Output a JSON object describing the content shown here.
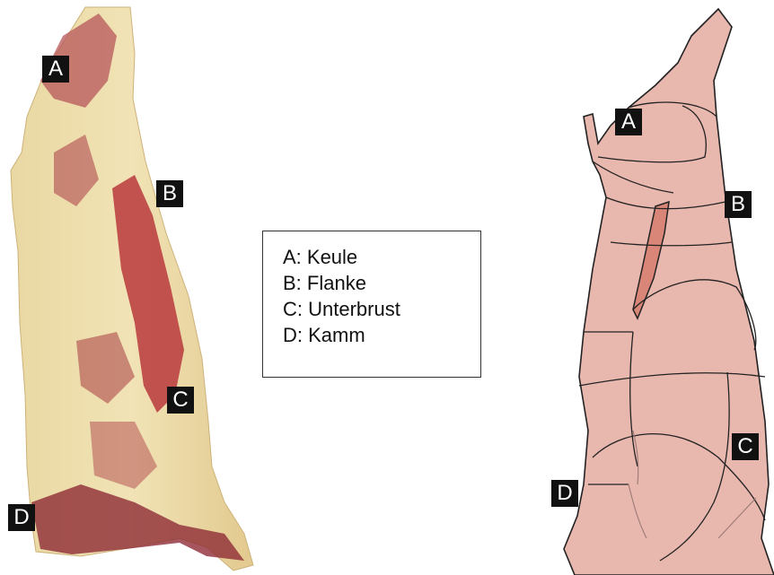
{
  "labels": {
    "a": "A",
    "b": "B",
    "c": "C",
    "d": "D"
  },
  "legend": {
    "items": [
      "A: Keule",
      "B: Flanke",
      "C: Unterbrust",
      "D: Kamm"
    ]
  },
  "colors": {
    "meat_pink": "#e6b0a8",
    "meat_outline": "#222222",
    "fat": "#e8d6a4",
    "muscle_red": "#a8343a",
    "inner_muscle": "#d98678"
  }
}
